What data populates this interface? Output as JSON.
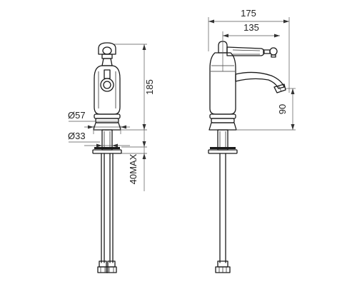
{
  "dimensions": {
    "overall_width": "175",
    "reach": "135",
    "height": "185",
    "spout_height": "90",
    "base_diameter": "Ø57",
    "hole_diameter": "Ø33",
    "max_deck_thickness": "40MAX"
  },
  "colors": {
    "line": "#1a1a1a",
    "dimension_line": "#555555",
    "background": "#ffffff"
  }
}
